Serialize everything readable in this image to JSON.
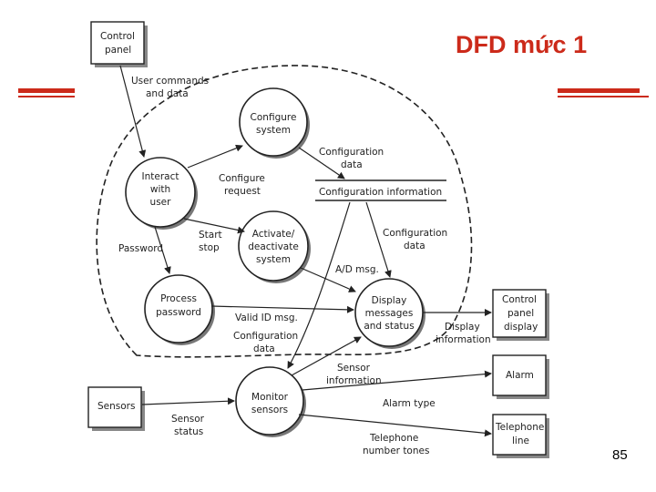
{
  "slide": {
    "title": "DFD mức 1",
    "page_number": "85",
    "accent_color": "#cc2a1a"
  },
  "diagram": {
    "processes": {
      "configure": [
        "Configure",
        "system"
      ],
      "interact": [
        "Interact",
        "with",
        "user"
      ],
      "activate": [
        "Activate/",
        "deactivate",
        "system"
      ],
      "password": [
        "Process",
        "password"
      ],
      "display": [
        "Display",
        "messages",
        "and status"
      ],
      "monitor": [
        "Monitor",
        "sensors"
      ]
    },
    "entities": {
      "control_panel": [
        "Control",
        "panel"
      ],
      "control_panel_display": [
        "Control",
        "panel",
        "display"
      ],
      "alarm": [
        "Alarm"
      ],
      "telephone_line": [
        "Telephone",
        "line"
      ],
      "sensors": [
        "Sensors"
      ]
    },
    "data_store": "Configuration information",
    "flows": {
      "user_commands": [
        "User commands",
        "and data"
      ],
      "configuration_data_top": [
        "Configuration",
        "data"
      ],
      "configure_request": [
        "Configure",
        "request"
      ],
      "start_stop": [
        "Start",
        "stop"
      ],
      "password": [
        "Password"
      ],
      "configuration_data_right": [
        "Configuration",
        "data"
      ],
      "ad_msg": [
        "A/D msg."
      ],
      "valid_id": [
        "Valid ID msg."
      ],
      "configuration_data_bottom": [
        "Configuration",
        "data"
      ],
      "display_information": [
        "Display",
        "information"
      ],
      "sensor_information": [
        "Sensor",
        "information"
      ],
      "alarm_type": [
        "Alarm type"
      ],
      "sensor_status": [
        "Sensor",
        "status"
      ],
      "telephone_tones": [
        "Telephone",
        "number tones"
      ]
    }
  }
}
